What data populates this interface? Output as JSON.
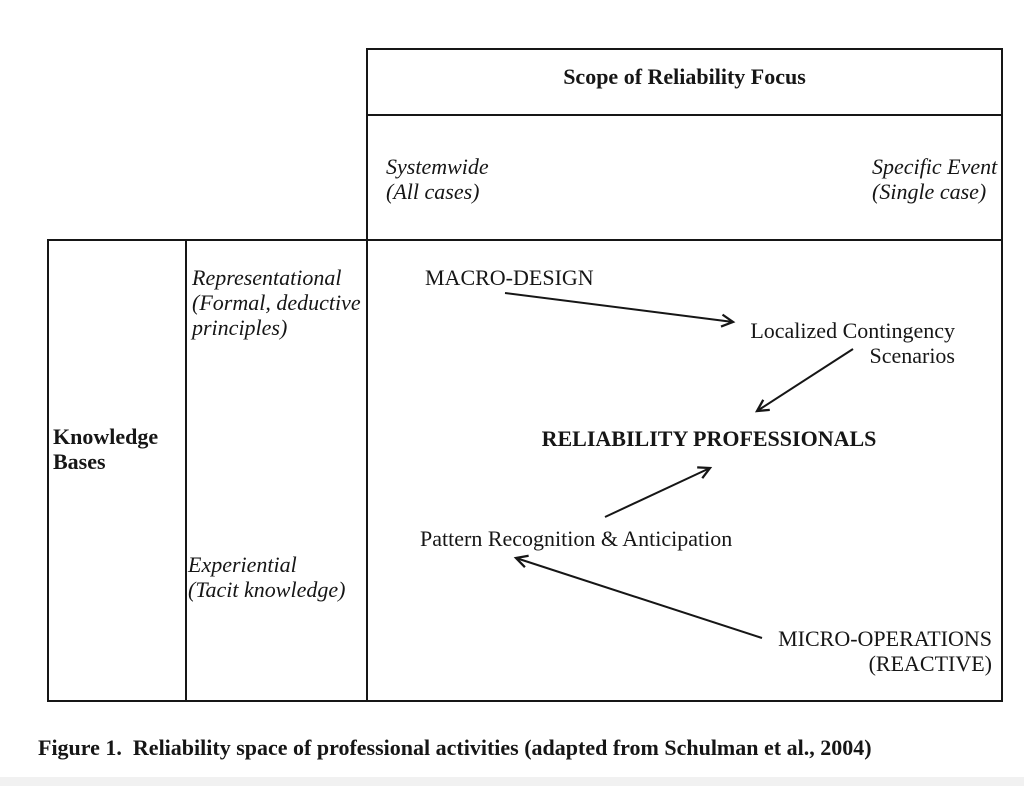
{
  "figure": {
    "header": {
      "title": "Scope of Reliability Focus"
    },
    "columns": {
      "systemwide": {
        "line1": "Systemwide",
        "line2": "(All cases)"
      },
      "specific_event": {
        "line1": "Specific Event",
        "line2": "(Single case)"
      }
    },
    "rows": {
      "knowledge_bases": {
        "line1": "Knowledge",
        "line2": "Bases"
      },
      "representational": {
        "line1": "Representational",
        "line2": "(Formal, deductive",
        "line3": "principles)"
      },
      "experiential": {
        "line1": "Experiential",
        "line2": "(Tacit knowledge)"
      }
    },
    "nodes": {
      "macro_design": "MACRO-DESIGN",
      "localized_contingency": {
        "line1": "Localized Contingency",
        "line2": "Scenarios"
      },
      "reliability_professionals": "RELIABILITY PROFESSIONALS",
      "pattern_recognition": "Pattern Recognition & Anticipation",
      "micro_operations": {
        "line1": "MICRO-OPERATIONS",
        "line2": "(REACTIVE)"
      }
    },
    "arrows": {
      "macro_to_localized": "MACRO-DESIGN to Localized Contingency Scenarios",
      "localized_to_rp": "Localized Contingency Scenarios to RELIABILITY PROFESSIONALS",
      "pattern_to_rp": "Pattern Recognition & Anticipation to RELIABILITY PROFESSIONALS",
      "micro_to_pattern": "MICRO-OPERATIONS (REACTIVE) to Pattern Recognition & Anticipation"
    },
    "caption": "Figure 1.  Reliability space of professional activities (adapted from Schulman et al., 2004)",
    "colors": {
      "ink": "#161616",
      "background": "#ffffff",
      "bottom_strip": "#f1f1f1"
    }
  }
}
